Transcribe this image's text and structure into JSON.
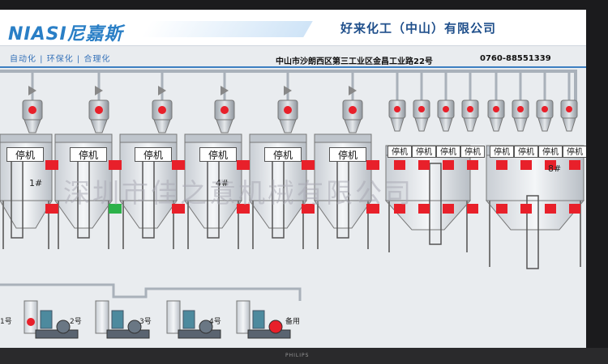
{
  "header": {
    "logo": "NIASI尼嘉斯",
    "company": "好来化工（中山）有限公司",
    "slogan": "自动化 | 环保化 | 合理化",
    "address": "中山市沙朗西区第三工业区金昌工业路22号",
    "phone": "0760-88551339"
  },
  "silos": [
    {
      "status": "停机",
      "number": "1#"
    },
    {
      "status": "停机",
      "number": ""
    },
    {
      "status": "停机",
      "number": ""
    },
    {
      "status": "停机",
      "number": "4#"
    },
    {
      "status": "停机",
      "number": ""
    },
    {
      "status": "停机",
      "number": ""
    }
  ],
  "large_silos": [
    {
      "statuses": [
        "停机",
        "停机",
        "停机",
        "停机"
      ],
      "number": ""
    },
    {
      "statuses": [
        "停机",
        "停机",
        "停机",
        "停机"
      ],
      "number": "8#"
    }
  ],
  "pumps": [
    {
      "label": "1号"
    },
    {
      "label": "2号"
    },
    {
      "label": "3号"
    },
    {
      "label": "4号"
    },
    {
      "label": "备用"
    }
  ],
  "watermark": "深圳市佳之意机械有限公司",
  "monitor_brand": "PHILIPS",
  "colors": {
    "valve_red": "#e8202a",
    "valve_green": "#2cb24a",
    "accent_blue": "#2a7fc6"
  }
}
